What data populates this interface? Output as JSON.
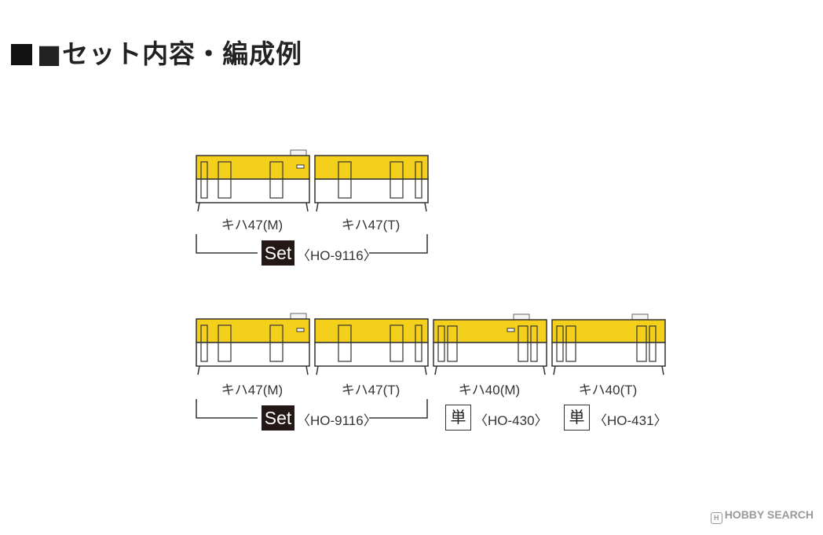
{
  "title": "■セット内容・編成例",
  "colors": {
    "body_yellow": "#f4d01c",
    "body_white": "#ffffff",
    "outline": "#333333",
    "set_badge": "#231815"
  },
  "formations": [
    {
      "cars": [
        {
          "label": "キハ47(M)",
          "roof_unit": true
        },
        {
          "label": "キハ47(T)",
          "roof_unit": false
        }
      ],
      "groups": [
        {
          "badge": "Set",
          "code": "〈HO-9116〉"
        }
      ]
    },
    {
      "cars": [
        {
          "label": "キハ47(M)",
          "roof_unit": true
        },
        {
          "label": "キハ47(T)",
          "roof_unit": false
        },
        {
          "label": "キハ40(M)",
          "roof_unit": true
        },
        {
          "label": "キハ40(T)",
          "roof_unit": true
        }
      ],
      "groups": [
        {
          "badge": "Set",
          "code": "〈HO-9116〉"
        },
        {
          "badge": "単",
          "code": "〈HO-430〉"
        },
        {
          "badge": "単",
          "code": "〈HO-431〉"
        }
      ]
    }
  ],
  "watermark": {
    "logo": "H",
    "text": "HOBBY SEARCH"
  }
}
